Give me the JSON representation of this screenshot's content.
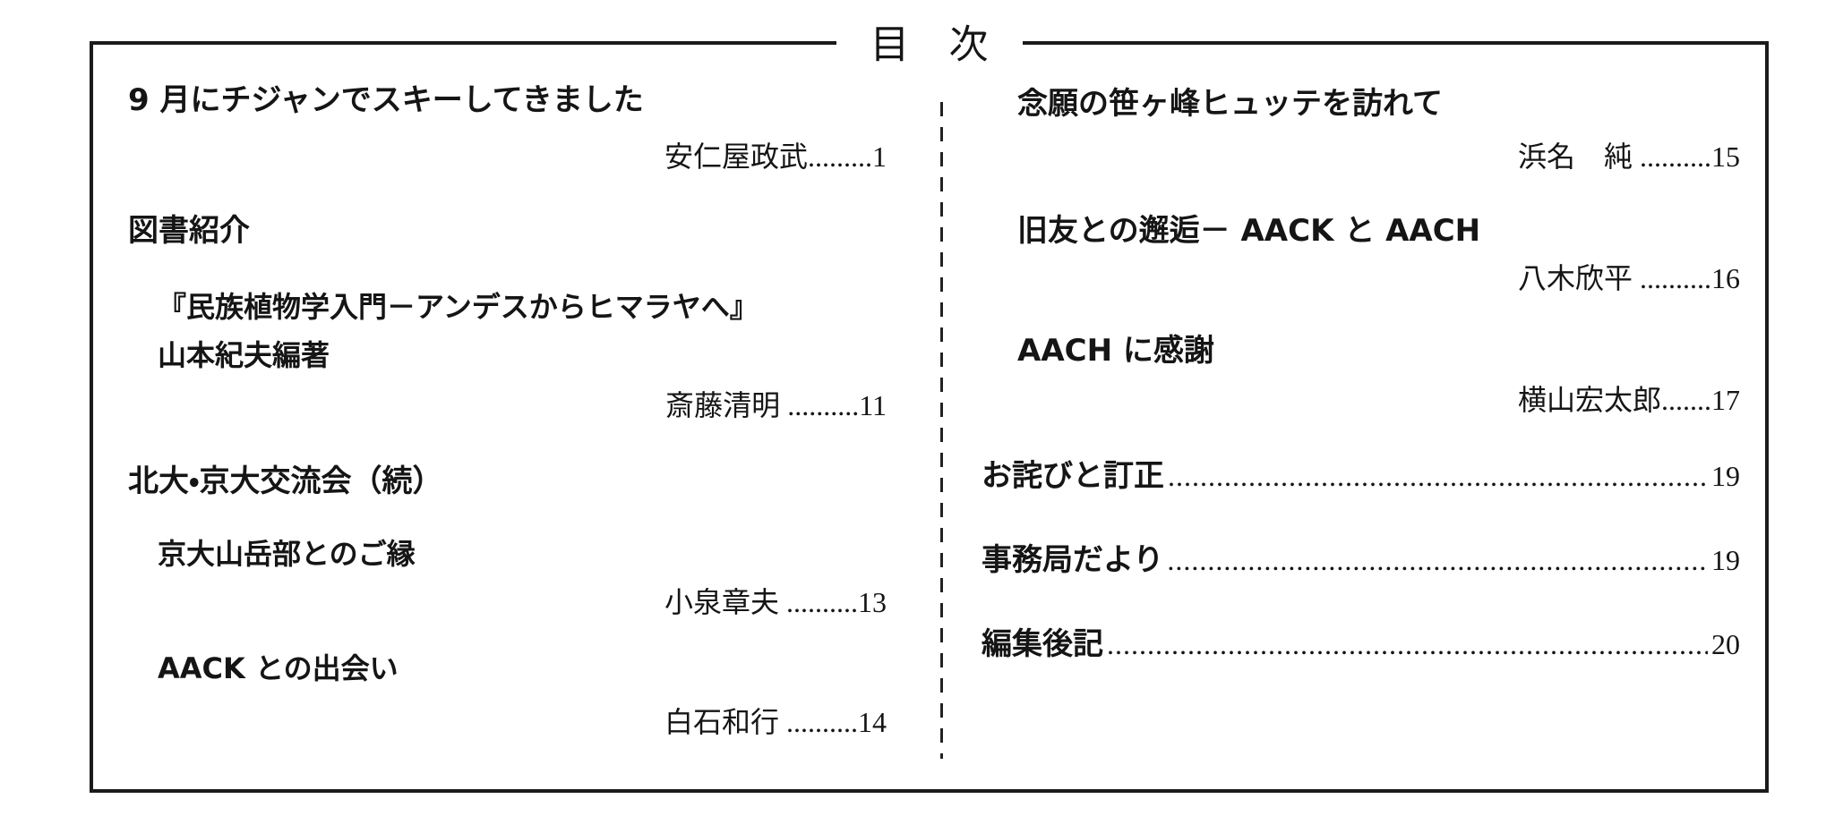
{
  "page_title": "目　次",
  "leader_dots": "......................................................................................",
  "left": {
    "skiing": {
      "title": "9 月にチジャンでスキーしてきました",
      "author": "安仁屋政武",
      "dots": ".........",
      "page": "1"
    },
    "books_header": {
      "title": "図書紹介"
    },
    "book_review": {
      "line1": "『民族植物学入門－アンデスからヒマラヤへ』",
      "line2": "山本紀夫編著",
      "author": "斎藤清明",
      "dots": " ..........",
      "page": "11"
    },
    "exchange_header": {
      "title": "北大・京大交流会（続）"
    },
    "exchange_sub1": {
      "title": "京大山岳部とのご縁",
      "author": "小泉章夫",
      "dots": " ..........",
      "page": "13"
    },
    "exchange_sub2": {
      "title": "AACK との出会い",
      "author": "白石和行",
      "dots": " ..........",
      "page": "14"
    }
  },
  "right": {
    "hut_visit": {
      "title": "念願の笹ヶ峰ヒュッテを訪れて",
      "author": "浜名　純",
      "dots": " ..........",
      "page": "15"
    },
    "reunion": {
      "title": "旧友との邂逅－ AACK と AACH",
      "author": "八木欣平",
      "dots": " ..........",
      "page": "16"
    },
    "aach_thanks": {
      "title": "AACH に感謝",
      "author": "横山宏太郎",
      "dots": ".......",
      "page": "17"
    },
    "correction": {
      "title": "お詫びと訂正",
      "page": "19"
    },
    "office_news": {
      "title": "事務局だより",
      "page": "19"
    },
    "editors_note": {
      "title": "編集後記",
      "page": "20"
    }
  }
}
